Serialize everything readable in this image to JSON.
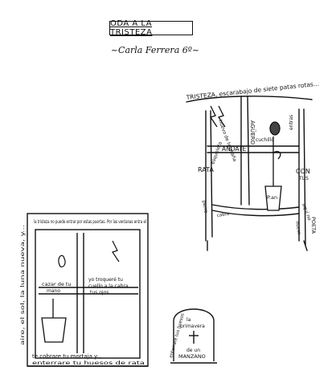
{
  "header": {
    "title": "ODA A LA TRISTEZA",
    "author": "~Carla Ferrera 6º~"
  },
  "window_drawing": {
    "text_top": "TRISTEZA, escarabajo de siete patas rotas...",
    "word_aguero": "AGÜERO",
    "word_huevo": "huevo de telaraña",
    "word_andate": "ANDATE",
    "word_rata": "RATA",
    "word_con": "CON",
    "word_tus": "TUS",
    "word_perro": "perro",
    "word_esqueleto": "esqueleto",
    "word_poeta": "POETA",
    "word_aqui": "aquí no",
    "word_entras": "entras",
    "word_cuchillo": "cuchillo",
    "word_pan": "P.an",
    "word_hueso": "hueso",
    "word_cabra": "cabra"
  },
  "bottom_left_drawing": {
    "text_top": "la tristeza no puede entrar por estas puertas. Por las ventanas entra el",
    "text_left": "aire, el sol, la luna nueva, y...",
    "text_mid_left": "cazar de tu",
    "text_mid_left_2": "mano",
    "text_mid_right": "yo troqueré tu",
    "text_mid_right_2": "cuello a la cabra",
    "text_mid_right_3": "tus ojos",
    "text_bottom": "te cobrare tu mortaja y...",
    "text_bottom_2": "enterrare tu huesos de rata"
  },
  "tombstone": {
    "text": "enterraré tus huesos",
    "text_2": "la",
    "text_3": "primavera",
    "text_4": "de un",
    "text_5": "MANZANO"
  }
}
